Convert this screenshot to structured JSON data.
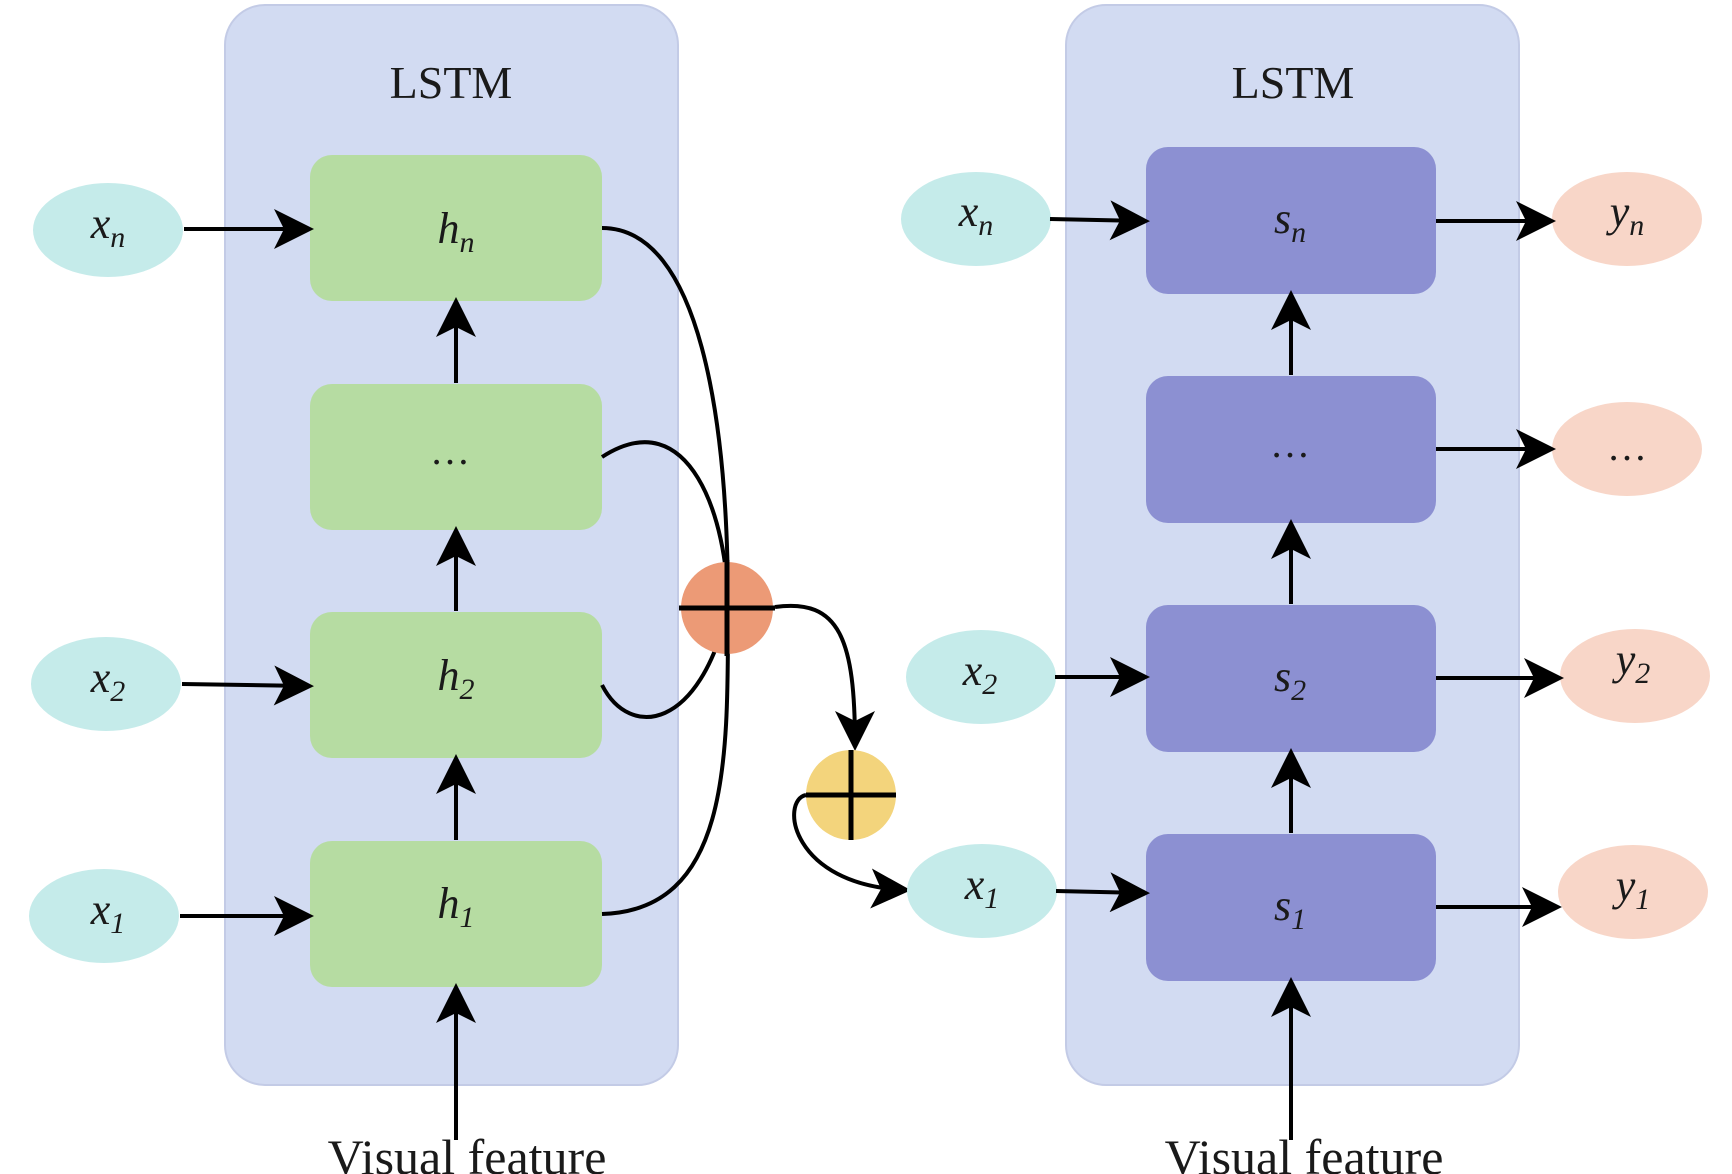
{
  "colors": {
    "panel": "#d2dbf2",
    "panel_border": "#c3cbe6",
    "encoder_cell": "#b6dca2",
    "decoder_cell": "#8c90d2",
    "input_node": "#c5ebea",
    "output_node": "#f8d6c8",
    "sum_node_1": "#ec9a76",
    "sum_node_2": "#f3d47c",
    "ink": "#000000"
  },
  "encoder": {
    "title": "LSTM",
    "caption": "Visual feature",
    "cells": [
      {
        "var": "h",
        "sub": "n"
      },
      {
        "var": "…",
        "sub": ""
      },
      {
        "var": "h",
        "sub": "2"
      },
      {
        "var": "h",
        "sub": "1"
      }
    ],
    "inputs": [
      {
        "var": "x",
        "sub": "n"
      },
      {
        "var": "x",
        "sub": "2"
      },
      {
        "var": "x",
        "sub": "1"
      }
    ]
  },
  "decoder": {
    "title": "LSTM",
    "caption": "Visual feature",
    "cells": [
      {
        "var": "s",
        "sub": "n"
      },
      {
        "var": "…",
        "sub": ""
      },
      {
        "var": "s",
        "sub": "2"
      },
      {
        "var": "s",
        "sub": "1"
      }
    ],
    "inputs": [
      {
        "var": "x",
        "sub": "n"
      },
      {
        "var": "x",
        "sub": "2"
      },
      {
        "var": "x",
        "sub": "1"
      }
    ],
    "outputs": [
      {
        "var": "y",
        "sub": "n"
      },
      {
        "var": "…",
        "sub": ""
      },
      {
        "var": "y",
        "sub": "2"
      },
      {
        "var": "y",
        "sub": "1"
      }
    ]
  },
  "operators": [
    {
      "name": "sum-node-encoder-outputs",
      "icon": "circled-plus-icon"
    },
    {
      "name": "sum-node-combine",
      "icon": "circled-plus-icon"
    }
  ]
}
